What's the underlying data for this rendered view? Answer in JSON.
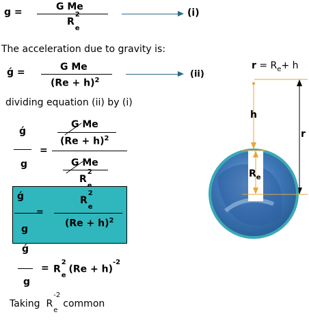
{
  "eq1": {
    "lhs": "g =",
    "num": "G Me",
    "den_base": "R",
    "den_sup": "2",
    "den_sub": "e",
    "label": "(i)"
  },
  "sentence1": "The acceleration due to gravity is:",
  "eq2": {
    "lhs": "ǵ =",
    "num": "G Me",
    "den_base": "(Re + h)",
    "den_sup": "2",
    "label": "(ii)"
  },
  "sentence2": "dividing equation (ii) by (i)",
  "eq3": {
    "g_prime": "ǵ",
    "g": "g",
    "eq": "=",
    "top_num": "G Me",
    "top_den_base": "(Re + h)",
    "top_den_sup": "2",
    "bot_num": "G Me",
    "bot_den_base": "R",
    "bot_den_sup": "2",
    "bot_den_sub": "e"
  },
  "eq4": {
    "g_prime": "ǵ",
    "g": "g",
    "eq": "=",
    "num_base": "R",
    "num_sup": "2",
    "num_sub": "e",
    "den_base": "(Re + h)",
    "den_sup": "2",
    "box_color": "#2fb7bd"
  },
  "eq5": {
    "g_prime": "ǵ",
    "g": "g",
    "eq": "=",
    "r_base": "R",
    "r_sup": "2",
    "r_sub": "e",
    "paren": "(Re + h)",
    "exp": "-2"
  },
  "sentence3": {
    "prefix": "Taking",
    "r_base": "R",
    "r_sup": "-2",
    "r_sub": "e",
    "suffix": "common"
  },
  "diagram": {
    "formula_r": "r",
    "formula_eq": "= R",
    "formula_sub": "e",
    "formula_rest": "+ h",
    "label_h": "h",
    "label_r": "r",
    "label_re_base": "R",
    "label_re_sub": "e",
    "arrow_color": "#2b6a84",
    "accent_color": "#e8a53a",
    "earth_color": "#3f79b8"
  }
}
